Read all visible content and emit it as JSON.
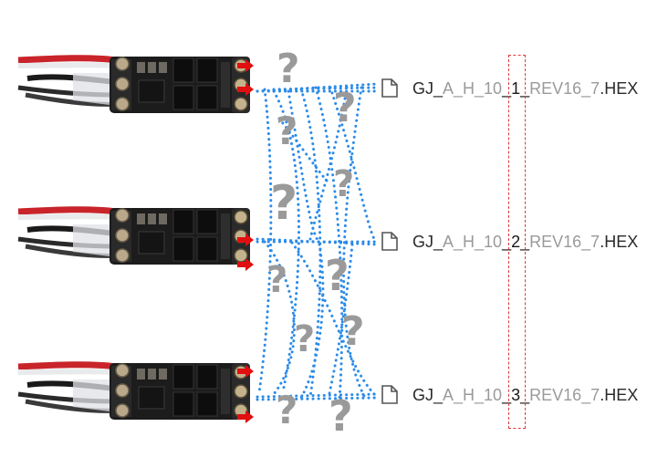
{
  "files": [
    {
      "prefix": "GJ_",
      "grey1": "A_H_10",
      "sep1": "_",
      "number": "1",
      "sep2": "_",
      "grey2": "REV16_7",
      "ext": ".HEX"
    },
    {
      "prefix": "GJ_",
      "grey1": "A_H_10",
      "sep1": "_",
      "number": "2",
      "sep2": "_",
      "grey2": "REV16_7",
      "ext": ".HEX"
    },
    {
      "prefix": "GJ_",
      "grey1": "A_H_10",
      "sep1": "_",
      "number": "3",
      "sep2": "_",
      "grey2": "REV16_7",
      "ext": ".HEX"
    }
  ],
  "question_mark": "?",
  "colors": {
    "arrow": "#e01010",
    "dots": "#2b8be8",
    "question": "#9a9a9a",
    "highlight": "#e03a3a",
    "pcb": "#1c1c1c"
  },
  "icons": {
    "file": "file-icon",
    "esc": "esc-board-icon",
    "arrow": "arrow-right-icon"
  }
}
